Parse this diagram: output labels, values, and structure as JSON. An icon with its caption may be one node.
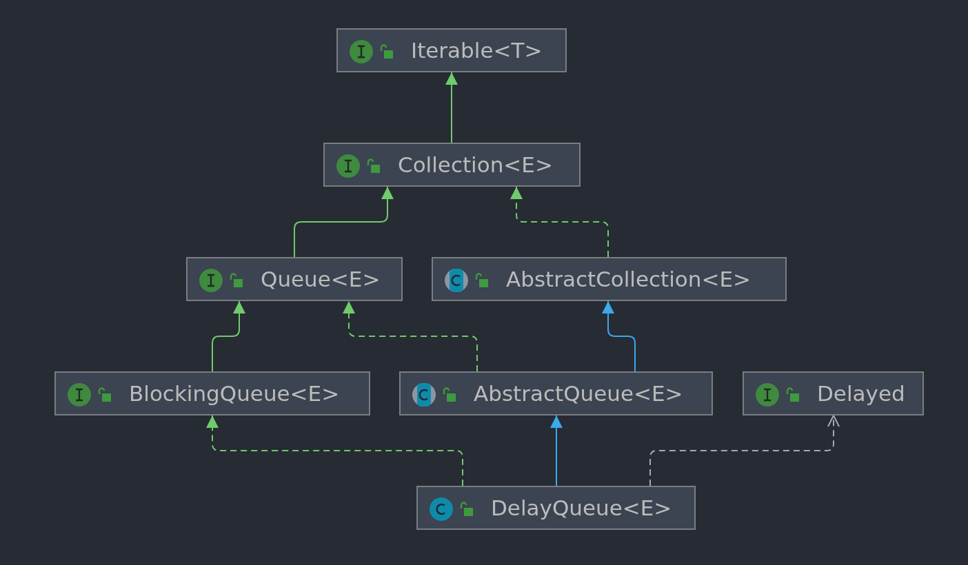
{
  "diagram": {
    "nodes": [
      {
        "text": [
          "Iterable<T>"
        ]
      },
      {
        "text": [
          "Collection<E>"
        ]
      },
      {
        "text": [
          "Queue<E>"
        ]
      },
      {
        "text": [
          "AbstractCollection<E>"
        ]
      },
      {
        "text": [
          "BlockingQueue<E>"
        ]
      },
      {
        "text": [
          "AbstractQueue<E>"
        ]
      },
      {
        "text": [
          "Delayed"
        ]
      },
      {
        "text": [
          "DelayQueue<E>"
        ]
      }
    ],
    "edges": [
      {
        "from": 1,
        "to": 0,
        "arrow": "to"
      },
      {
        "from": 2,
        "to": 1,
        "arrow": "to"
      },
      {
        "from": 3,
        "to": 1,
        "arrow": "to",
        "style": "dashed"
      },
      {
        "from": 4,
        "to": 2,
        "arrow": "to"
      },
      {
        "from": 5,
        "to": 2,
        "arrow": "to",
        "style": "dashed"
      },
      {
        "from": 5,
        "to": 3,
        "arrow": "to",
        "color": "#3ba9ea"
      },
      {
        "from": 7,
        "to": 4,
        "arrow": "to",
        "style": "dashed"
      },
      {
        "from": 7,
        "to": 5,
        "arrow": "to",
        "color": "#3ba9ea"
      },
      {
        "from": 7,
        "to": 6,
        "arrow": "to",
        "style": "dashed",
        "color": "#a4abb8"
      }
    ]
  }
}
